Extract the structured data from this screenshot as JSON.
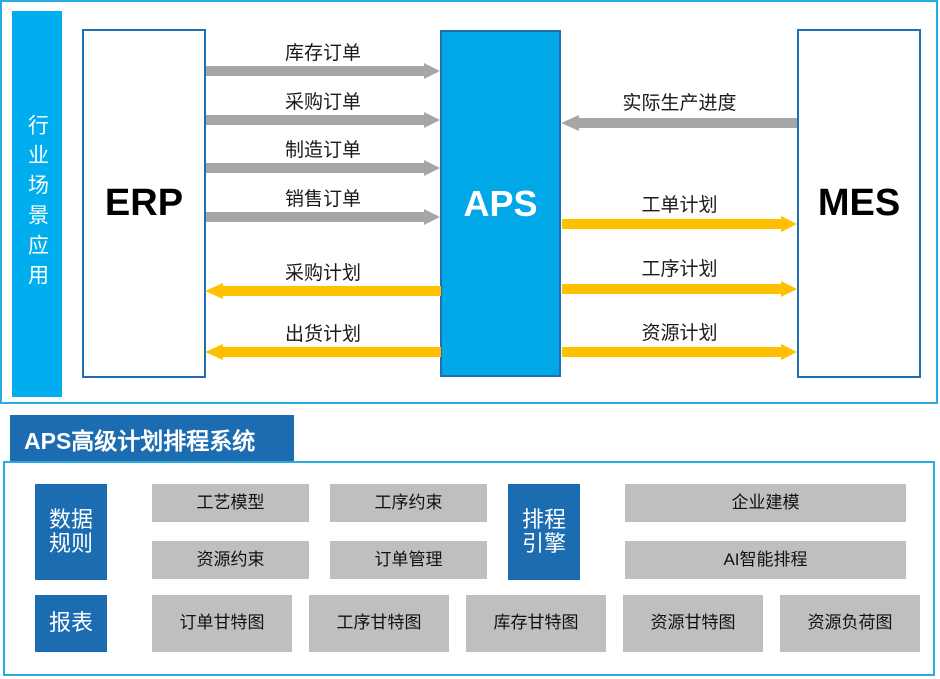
{
  "sidebar": {
    "label": "行业场景应用"
  },
  "nodes": {
    "erp": "ERP",
    "aps": "APS",
    "mes": "MES"
  },
  "flows_left": [
    {
      "label": "库存订单",
      "direction": "right",
      "color": "#A6A6A6"
    },
    {
      "label": "采购订单",
      "direction": "right",
      "color": "#A6A6A6"
    },
    {
      "label": "制造订单",
      "direction": "right",
      "color": "#A6A6A6"
    },
    {
      "label": "销售订单",
      "direction": "right",
      "color": "#A6A6A6"
    },
    {
      "label": "采购计划",
      "direction": "left",
      "color": "#FFC000"
    },
    {
      "label": "出货计划",
      "direction": "left",
      "color": "#FFC000"
    }
  ],
  "flows_right": [
    {
      "label": "实际生产进度",
      "direction": "left",
      "color": "#A6A6A6"
    },
    {
      "label": "工单计划",
      "direction": "right",
      "color": "#FFC000"
    },
    {
      "label": "工序计划",
      "direction": "right",
      "color": "#FFC000"
    },
    {
      "label": "资源计划",
      "direction": "right",
      "color": "#FFC000"
    }
  ],
  "system": {
    "header_title": "APS高级计划排程系统",
    "groups": [
      {
        "name": "数据\n规则",
        "name_line1": "数据",
        "name_line2": "规则",
        "items": [
          "工艺模型",
          "工序约束",
          "资源约束",
          "订单管理"
        ]
      },
      {
        "name_line1": "排程",
        "name_line2": "引擎",
        "items": [
          "企业建模",
          "AI智能排程"
        ]
      }
    ],
    "reports": {
      "name": "报表",
      "items": [
        "订单甘特图",
        "工序甘特图",
        "库存甘特图",
        "资源甘特图",
        "资源负荷图"
      ]
    }
  },
  "colors": {
    "accent_cyan": "#00AEEF",
    "accent_blue": "#1B6CB0",
    "aps_fill": "#00A8E8",
    "gray_arrow": "#A6A6A6",
    "yellow_arrow": "#FFC000",
    "tile_gray": "#BFBFBF",
    "border_blue": "#29ABE2"
  }
}
